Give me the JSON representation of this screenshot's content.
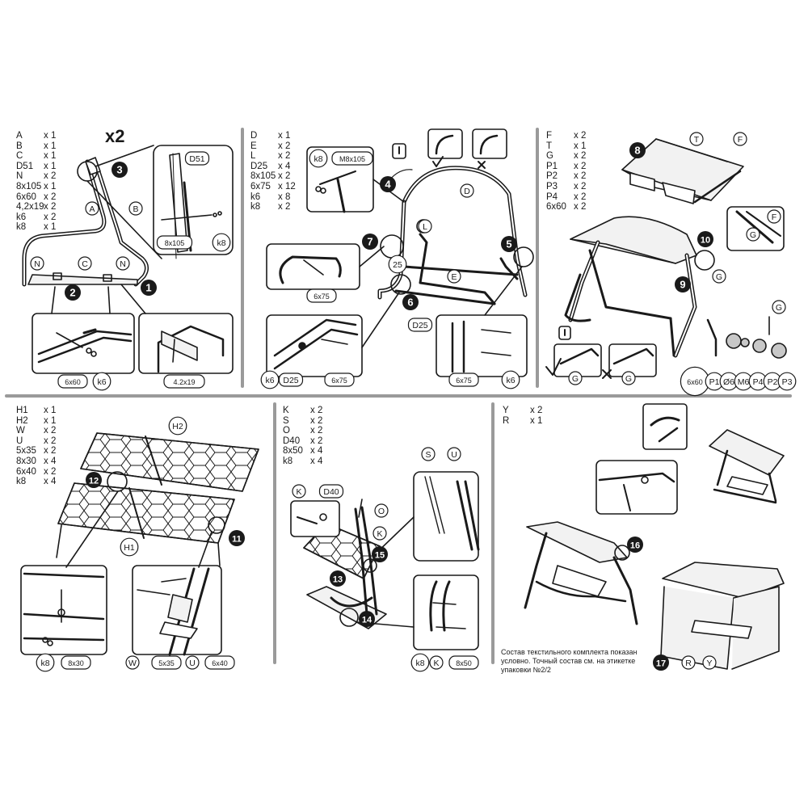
{
  "panels": [
    {
      "id": "p1",
      "parts": [
        {
          "code": "A",
          "qty": "x 1"
        },
        {
          "code": "B",
          "qty": "x 1"
        },
        {
          "code": "C",
          "qty": "x 1"
        },
        {
          "code": "D51",
          "qty": "x 1"
        },
        {
          "code": "N",
          "qty": "x 2"
        },
        {
          "code": "8x105",
          "qty": "x 1"
        },
        {
          "code": "6x60",
          "qty": "x 2"
        },
        {
          "code": "4,2x19",
          "qty": "x 2"
        },
        {
          "code": "k6",
          "qty": "x 2"
        },
        {
          "code": "k8",
          "qty": "x 1"
        }
      ],
      "multiplier": "x2",
      "steps": [
        "2",
        "3",
        "1"
      ],
      "labels": [
        "A",
        "B",
        "C",
        "N",
        "N",
        "D51",
        "8x105",
        "k8",
        "6x60",
        "k6",
        "4.2x19"
      ]
    },
    {
      "id": "p2",
      "parts": [
        {
          "code": "D",
          "qty": "x 1"
        },
        {
          "code": "E",
          "qty": "x 2"
        },
        {
          "code": "L",
          "qty": "x 2"
        },
        {
          "code": "D25",
          "qty": "x 4"
        },
        {
          "code": "8x105",
          "qty": "x 2"
        },
        {
          "code": "6x75",
          "qty": "x 12"
        },
        {
          "code": "k6",
          "qty": "x 8"
        },
        {
          "code": "k8",
          "qty": "x 2"
        }
      ],
      "steps": [
        "4",
        "7",
        "5",
        "6"
      ],
      "labels": [
        "k8",
        "M8x105",
        "D",
        "L",
        "E",
        "6x75",
        "D25",
        "k6",
        "D25",
        "6x75",
        "6x75",
        "k6"
      ],
      "circle_number": "25"
    },
    {
      "id": "p3",
      "parts": [
        {
          "code": "F",
          "qty": "x 2"
        },
        {
          "code": "T",
          "qty": "x 1"
        },
        {
          "code": "G",
          "qty": "x 2"
        },
        {
          "code": "P1",
          "qty": "x 2"
        },
        {
          "code": "P2",
          "qty": "x 2"
        },
        {
          "code": "P3",
          "qty": "x 2"
        },
        {
          "code": "P4",
          "qty": "x 2"
        },
        {
          "code": "6x60",
          "qty": "x 2"
        }
      ],
      "steps": [
        "8",
        "10",
        "9"
      ],
      "labels": [
        "T",
        "F",
        "F",
        "G",
        "G",
        "G",
        "G",
        "G"
      ],
      "hardware": [
        "6x60",
        "P1",
        "Ø6",
        "M6",
        "P4",
        "P2",
        "P3"
      ]
    },
    {
      "id": "p4",
      "parts": [
        {
          "code": "H1",
          "qty": "x 1"
        },
        {
          "code": "H2",
          "qty": "x 1"
        },
        {
          "code": "W",
          "qty": "x 2"
        },
        {
          "code": "U",
          "qty": "x 2"
        },
        {
          "code": "5x35",
          "qty": "x 2"
        },
        {
          "code": "8x30",
          "qty": "x 4"
        },
        {
          "code": "6x40",
          "qty": "x 2"
        },
        {
          "code": "k8",
          "qty": "x 4"
        }
      ],
      "steps": [
        "12",
        "11"
      ],
      "labels": [
        "H2",
        "H1",
        "k8",
        "8x30",
        "W",
        "5x35",
        "U",
        "6x40"
      ]
    },
    {
      "id": "p5",
      "parts": [
        {
          "code": "K",
          "qty": "x 2"
        },
        {
          "code": "S",
          "qty": "x 2"
        },
        {
          "code": "O",
          "qty": "x 2"
        },
        {
          "code": "D40",
          "qty": "x 2"
        },
        {
          "code": "8x50",
          "qty": "x 4"
        },
        {
          "code": "k8",
          "qty": "x 4"
        }
      ],
      "steps": [
        "15",
        "13",
        "14"
      ],
      "labels": [
        "S",
        "U",
        "K",
        "D40",
        "O",
        "K",
        "k8",
        "K",
        "8x50"
      ]
    },
    {
      "id": "p6",
      "parts": [
        {
          "code": "Y",
          "qty": "x 2"
        },
        {
          "code": "R",
          "qty": "x 1"
        }
      ],
      "steps": [
        "16",
        "17"
      ],
      "labels": [
        "R",
        "Y"
      ],
      "note": "Состав текстильного комплекта показан условно. Точный состав см. на этикетке упаковки №2/2"
    }
  ],
  "colors": {
    "ink": "#1a1a1a",
    "divider": "#9a9a9a",
    "fill": "#f2f2f2",
    "shade": "#c8c8c8"
  }
}
